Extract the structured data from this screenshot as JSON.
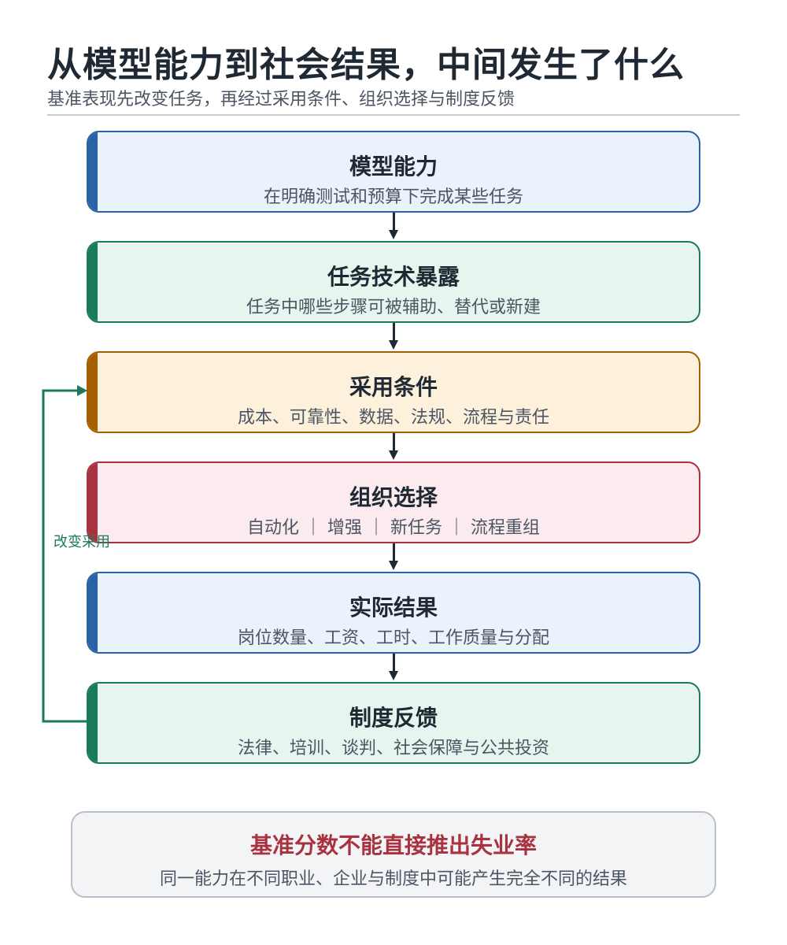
{
  "header": {
    "title": "从模型能力到社会结果，中间发生了什么",
    "subtitle": "基准表现先改变任务，再经过采用条件、组织选择与制度反馈"
  },
  "stages": [
    {
      "title": "模型能力",
      "desc": "在明确测试和预算下完成某些任务",
      "border": "#2a62a5",
      "fill": "#eaf2fb",
      "accent": "#2a62a5"
    },
    {
      "title": "任务技术暴露",
      "desc": "任务中哪些步骤可被辅助、替代或新建",
      "border": "#1b7a5a",
      "fill": "#e8f5ef",
      "accent": "#1b7a5a"
    },
    {
      "title": "采用条件",
      "desc": "成本、可靠性、数据、法规、流程与责任",
      "border": "#a65f00",
      "fill": "#fdf1dc",
      "accent": "#a65f00"
    },
    {
      "title": "组织选择",
      "desc": "自动化 ｜ 增强 ｜ 新任务 ｜ 流程重组",
      "border": "#a83240",
      "fill": "#fbebee",
      "accent": "#a83240"
    },
    {
      "title": "实际结果",
      "desc": "岗位数量、工资、工时、工作质量与分配",
      "border": "#2a62a5",
      "fill": "#eaf2fb",
      "accent": "#2a62a5"
    },
    {
      "title": "制度反馈",
      "desc": "法律、培训、谈判、社会保障与公共投资",
      "border": "#1b7a5a",
      "fill": "#e8f5ef",
      "accent": "#1b7a5a"
    }
  ],
  "feedback_loop": {
    "label": "改变采用",
    "color": "#1b7a5a"
  },
  "note": {
    "title": "基准分数不能直接推出失业率",
    "desc": "同一能力在不同职业、企业与制度中可能产生完全不同的结果"
  }
}
